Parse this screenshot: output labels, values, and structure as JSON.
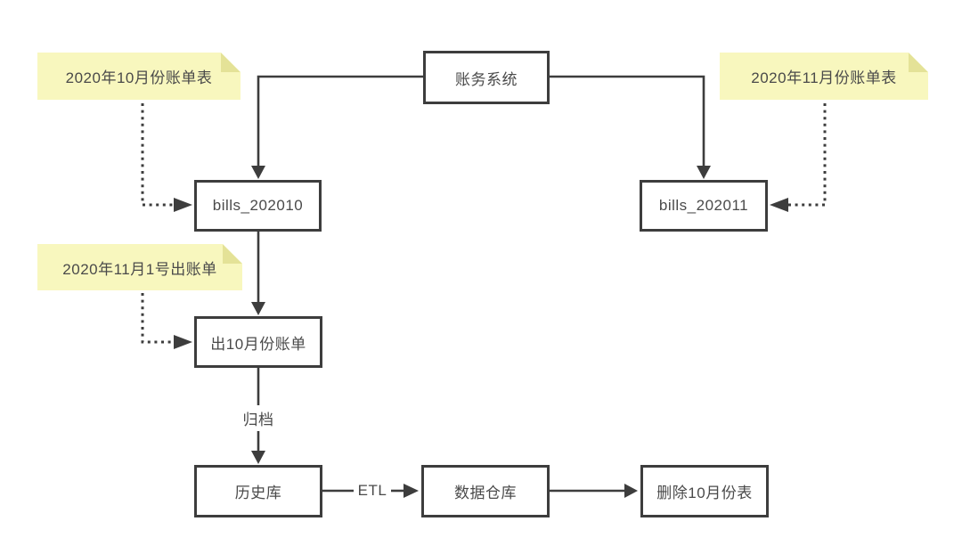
{
  "title": "billing-archive-flow-diagram",
  "colors": {
    "background": "#ffffff",
    "line": "#3d3d3d",
    "box_fill": "#ffffff",
    "box_border": "#3d3d3d",
    "text": "#4a4a4a",
    "note_fill": "#f8f7be",
    "note_fold": "#e4e297"
  },
  "nodes": {
    "billing_system": {
      "label": "账务系统"
    },
    "bills_202010": {
      "label": "bills_202010"
    },
    "bills_202011": {
      "label": "bills_202011"
    },
    "issue_oct_bill": {
      "label": "出10月份账单"
    },
    "history_db": {
      "label": "历史库"
    },
    "data_warehouse": {
      "label": "数据仓库"
    },
    "delete_oct_table": {
      "label": "删除10月份表"
    }
  },
  "notes": {
    "oct_bill_table": {
      "label": "2020年10月份账单表"
    },
    "nov_bill_table": {
      "label": "2020年11月份账单表"
    },
    "issue_on_nov1": {
      "label": "2020年11月1号出账单"
    }
  },
  "edge_labels": {
    "archive": "归档",
    "etl": "ETL"
  }
}
